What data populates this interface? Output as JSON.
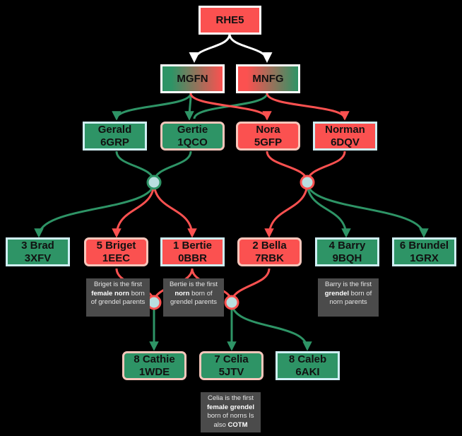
{
  "nodes": {
    "rhe5": {
      "line1": "RHE5"
    },
    "mgfn": {
      "line1": "MGFN"
    },
    "mnfg": {
      "line1": "MNFG"
    },
    "gerald": {
      "line1": "Gerald",
      "line2": "6GRP"
    },
    "gertie": {
      "line1": "Gertie",
      "line2": "1QCO"
    },
    "nora": {
      "line1": "Nora",
      "line2": "5GFP"
    },
    "norman": {
      "line1": "Norman",
      "line2": "6DQV"
    },
    "brad": {
      "line1": "3 Brad",
      "line2": "3XFV"
    },
    "briget": {
      "line1": "5 Briget",
      "line2": "1EEC"
    },
    "bertie": {
      "line1": "1 Bertie",
      "line2": "0BBR"
    },
    "bella": {
      "line1": "2 Bella",
      "line2": "7RBK"
    },
    "barry": {
      "line1": "4 Barry",
      "line2": "9BQH"
    },
    "brundel": {
      "line1": "6 Brundel",
      "line2": "1GRX"
    },
    "cathie": {
      "line1": "8 Cathie",
      "line2": "1WDE"
    },
    "celia": {
      "line1": "7 Celia",
      "line2": "5JTV"
    },
    "caleb": {
      "line1": "8 Caleb",
      "line2": "6AKI"
    }
  },
  "notes": {
    "briget": {
      "pre": "Briget is the first ",
      "bold": "female norn",
      "post": " born of grendel parents"
    },
    "bertie": {
      "pre": "Bertie is the first ",
      "bold": "norn",
      "post": " born of grendel parents"
    },
    "barry": {
      "pre": "Barry is the first ",
      "bold": "grendel",
      "post": " born of norn parents"
    },
    "celia": {
      "pre": "Celia is the first ",
      "bold": "female grendel",
      "post": " born of norns Is also ",
      "bold2": "COTM"
    }
  },
  "colors": {
    "grendel": "#2e9466",
    "norn": "#fb5150",
    "background": "#000000",
    "connector": "#ffffff",
    "junction_fill": "#b9dfe0",
    "note_bg": "#4b4b4b"
  }
}
